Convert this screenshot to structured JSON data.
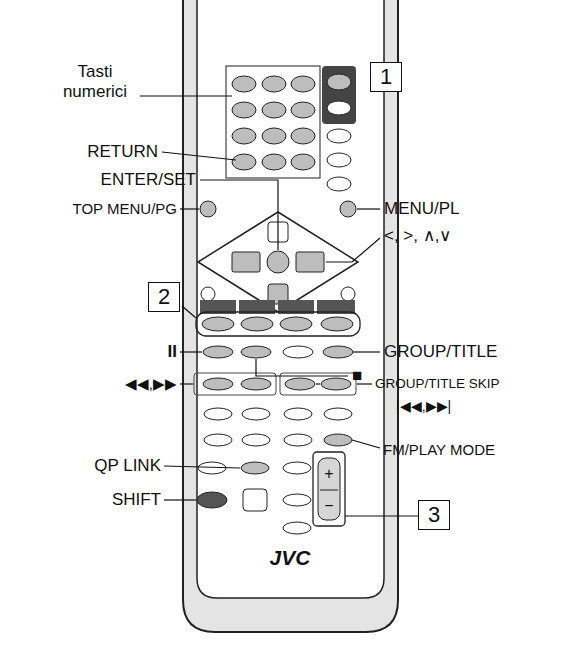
{
  "diagram": {
    "nodes": [
      {
        "text": [
          "1"
        ]
      },
      {
        "text": [
          "2"
        ]
      },
      {
        "text": [
          "3"
        ]
      }
    ],
    "labels": [
      "Tasti numerici",
      "RETURN",
      "ENTER/SET",
      "TOP MENU/PG",
      "MENU/PL",
      "<, >, ∧,∨",
      "II",
      "GROUP/TITLE",
      "■",
      "◀◀,▶▶",
      "GROUP/TITLE SKIP",
      "|◀◀,▶▶|",
      "QP LINK",
      "FM/PLAY MODE",
      "SHIFT",
      "JVC",
      "+",
      "−"
    ]
  }
}
